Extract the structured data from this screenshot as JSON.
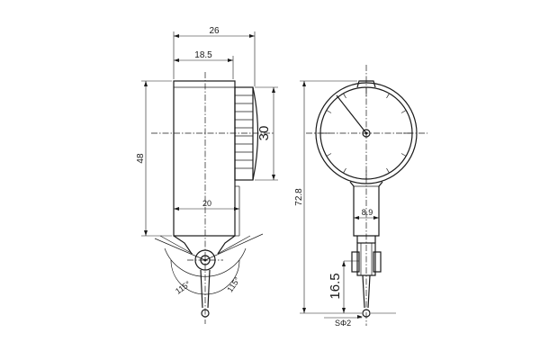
{
  "side_view": {
    "dim_overall_width": "26",
    "dim_body_width": "18.5",
    "dim_height": "48",
    "dim_dial_diameter": "30",
    "dim_lower_width": "20",
    "dim_angle_left": "115°",
    "dim_angle_right": "115°"
  },
  "front_view": {
    "dim_total_height": "72.8",
    "dim_stem_width": "8.9",
    "dim_tip_length": "16.5",
    "dim_ball_diameter": "SΦ2"
  }
}
